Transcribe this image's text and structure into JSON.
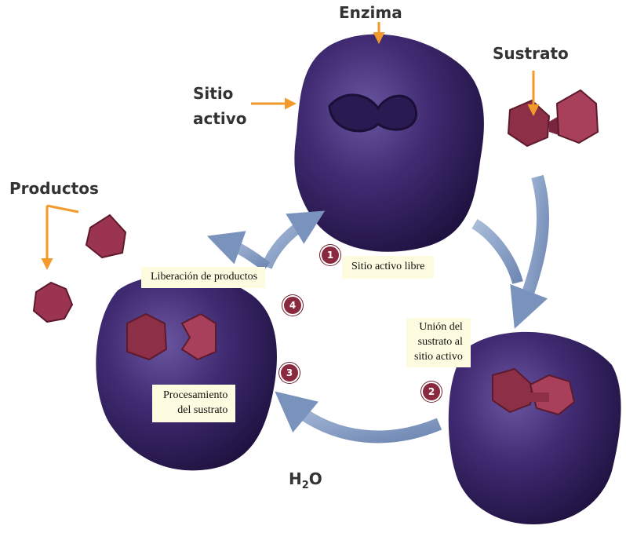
{
  "labels": {
    "enzyme": "Enzima",
    "substrate": "Sustrato",
    "active_site_line1": "Sitio",
    "active_site_line2": "activo",
    "products": "Productos",
    "water_main": "H",
    "water_sub": "2",
    "water_tail": "O"
  },
  "steps": [
    {
      "number": "1",
      "caption": "Sitio activo libre"
    },
    {
      "number": "2",
      "caption_lines": [
        "Unión del",
        "sustrato al",
        "sitio activo"
      ]
    },
    {
      "number": "3",
      "caption_lines": [
        "Procesamiento",
        "del  sustrato"
      ]
    },
    {
      "number": "4",
      "caption": "Liberación de productos"
    }
  ],
  "colors": {
    "enzyme": "#3f2a6e",
    "enzyme_dark": "#1e1140",
    "substrate": "#8e2f48",
    "arrow_cycle": "#8fa6c9",
    "arrow_label": "#f39a2c",
    "step_badge": "#8a2a3e",
    "note_background": "#fdfbe0"
  }
}
